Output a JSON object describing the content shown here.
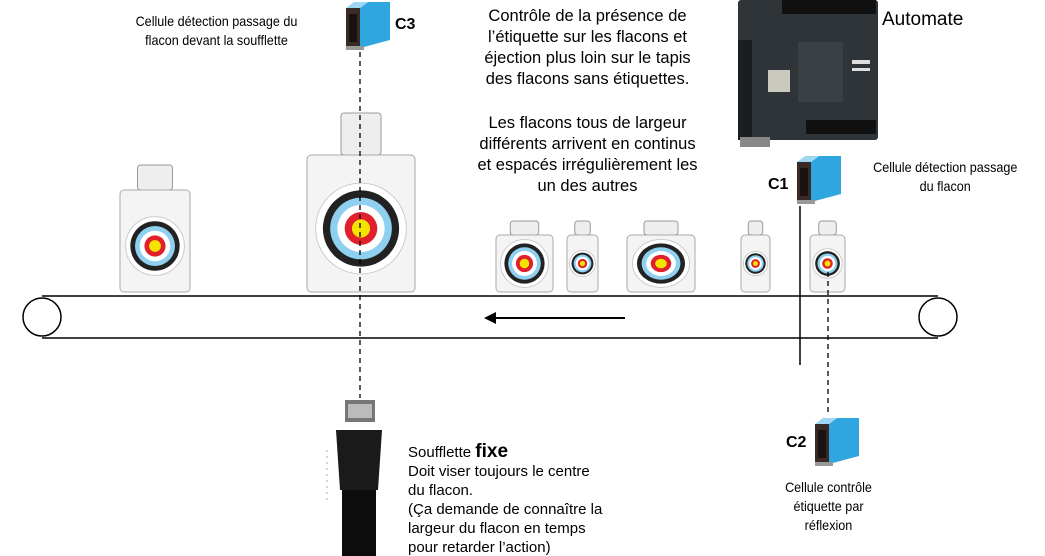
{
  "title": "Contrôle de la présence de l'étiquette",
  "main_text": {
    "line1": "Contrôle de la présence de\nl’étiquette sur les flacons et\néjection  plus loin sur le tapis\ndes flacons sans étiquettes.",
    "line2": "Les flacons tous de largeur\ndifférents arrivent en continus\net espacés irrégulièrement les\nun des autres"
  },
  "plc": {
    "label": "Automate"
  },
  "sensors": {
    "c3": {
      "id": "C3",
      "description": "Cellule détection passage du\nflacon devant la soufflette"
    },
    "c1": {
      "id": "C1",
      "description": "Cellule détection passage\ndu flacon"
    },
    "c2": {
      "id": "C2",
      "description": "Cellule contrôle\nétiquette par\nréflexion"
    }
  },
  "nozzle": {
    "title": "Soufflette ",
    "title_bold": "fixe",
    "description": "Doit viser toujours le centre\ndu flacon.\n(Ça demande de connaître la\nlargeur du flacon en temps\npour retarder l’action)"
  },
  "conveyor": {
    "direction": "left"
  },
  "colors": {
    "sensor_blue": "#2fa6e0",
    "plc_body": "#2e3438",
    "target_red": "#e0202a",
    "target_yellow": "#f5e400",
    "target_blue": "#8fd0f0"
  }
}
